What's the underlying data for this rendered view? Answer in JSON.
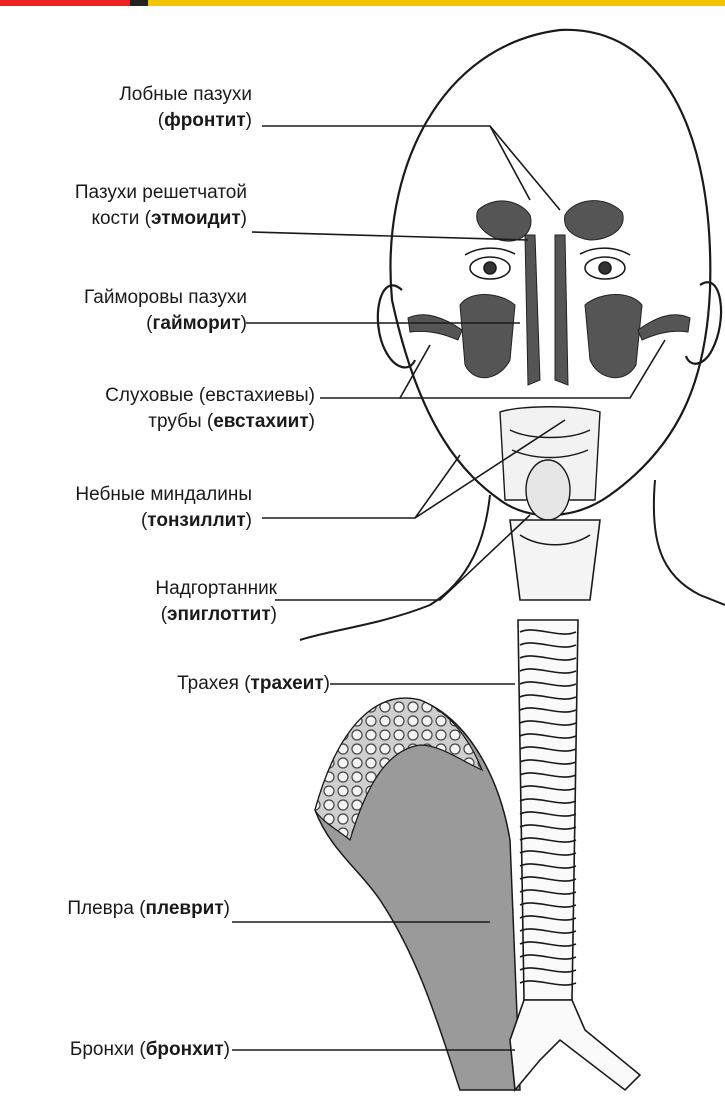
{
  "labels": {
    "frontal": {
      "name_l1": "Лобные пазухи",
      "disease": "фронтит"
    },
    "ethmoid": {
      "name_l1": "Пазухи решетчатой",
      "name_l2": "кости",
      "disease": "этмоидит"
    },
    "maxillary": {
      "name_l1": "Гайморовы пазухи",
      "disease": "гайморит"
    },
    "eustachian": {
      "name_l1": "Слуховые (евстахиевы)",
      "name_l2": "трубы",
      "disease": "евстахиит"
    },
    "tonsils": {
      "name_l1": "Небные миндалины",
      "disease": "тонзиллит"
    },
    "epiglottis": {
      "name_l1": "Надгортанник",
      "disease": "эпиглоттит"
    },
    "trachea": {
      "name_l1": "Трахея",
      "disease": "трахеит"
    },
    "pleura": {
      "name_l1": "Плевра",
      "disease": "плеврит"
    },
    "bronchi": {
      "name_l1": "Бронхи",
      "disease": "бронхит"
    }
  },
  "colors": {
    "bar_red": "#ee2222",
    "bar_yellow": "#f5c400",
    "bar_dark": "#222222",
    "ink": "#1a1a1a",
    "sinus_fill": "#555555",
    "pleura_fill": "#9a9a9a"
  }
}
